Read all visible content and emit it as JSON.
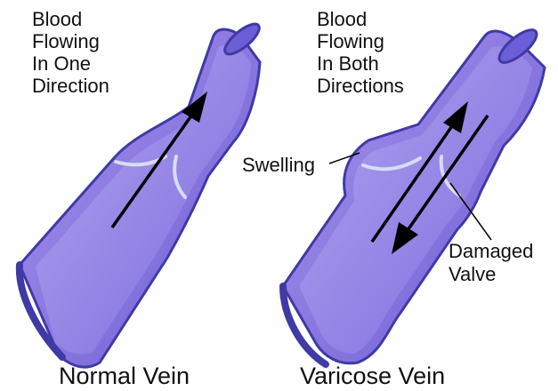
{
  "colors": {
    "vein_outer": "#5a4fc4",
    "vein_inner": "#8f7de6",
    "vein_rim": "#4a44b0",
    "valve": "#d8dcf2",
    "arrow": "#000000"
  },
  "normal": {
    "heading": [
      "Blood",
      "Flowing",
      "In One",
      "Direction"
    ],
    "caption": "Normal Vein"
  },
  "varicose": {
    "heading": [
      "Blood",
      "Flowing",
      "In Both",
      "Directions"
    ],
    "caption": "Varicose Vein",
    "swelling_label": "Swelling",
    "damaged_label": [
      "Damaged",
      "Valve"
    ]
  }
}
